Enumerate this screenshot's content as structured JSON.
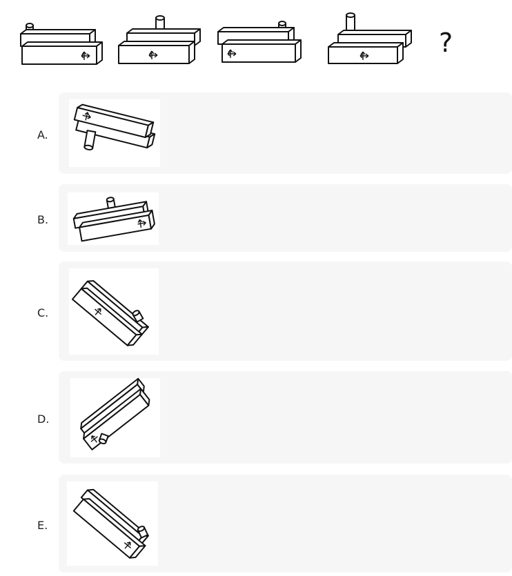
{
  "question": {
    "question_mark": "?"
  },
  "options": [
    {
      "label": "A."
    },
    {
      "label": "B."
    },
    {
      "label": "C."
    },
    {
      "label": "D."
    },
    {
      "label": "E."
    }
  ]
}
